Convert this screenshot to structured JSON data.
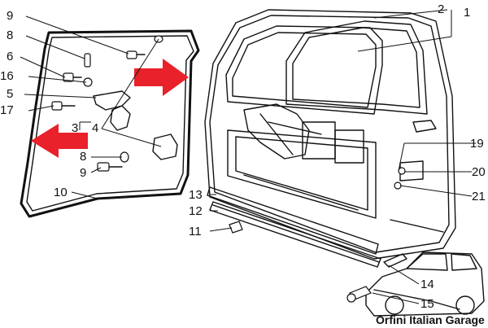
{
  "callouts": {
    "c1": "1",
    "c2": "2",
    "c3": "3",
    "c4": "4",
    "c5": "5",
    "c6": "6",
    "c8a": "8",
    "c8b": "8",
    "c9a": "9",
    "c9b": "9",
    "c10": "10",
    "c11": "11",
    "c12": "12",
    "c13": "13",
    "c14": "14",
    "c15": "15",
    "c16": "16",
    "c17": "17",
    "c19": "19",
    "c20": "20",
    "c21": "21"
  },
  "watermark": "Orfini Italian Garage",
  "colors": {
    "arrow": "#e8212a",
    "line": "#111111"
  }
}
